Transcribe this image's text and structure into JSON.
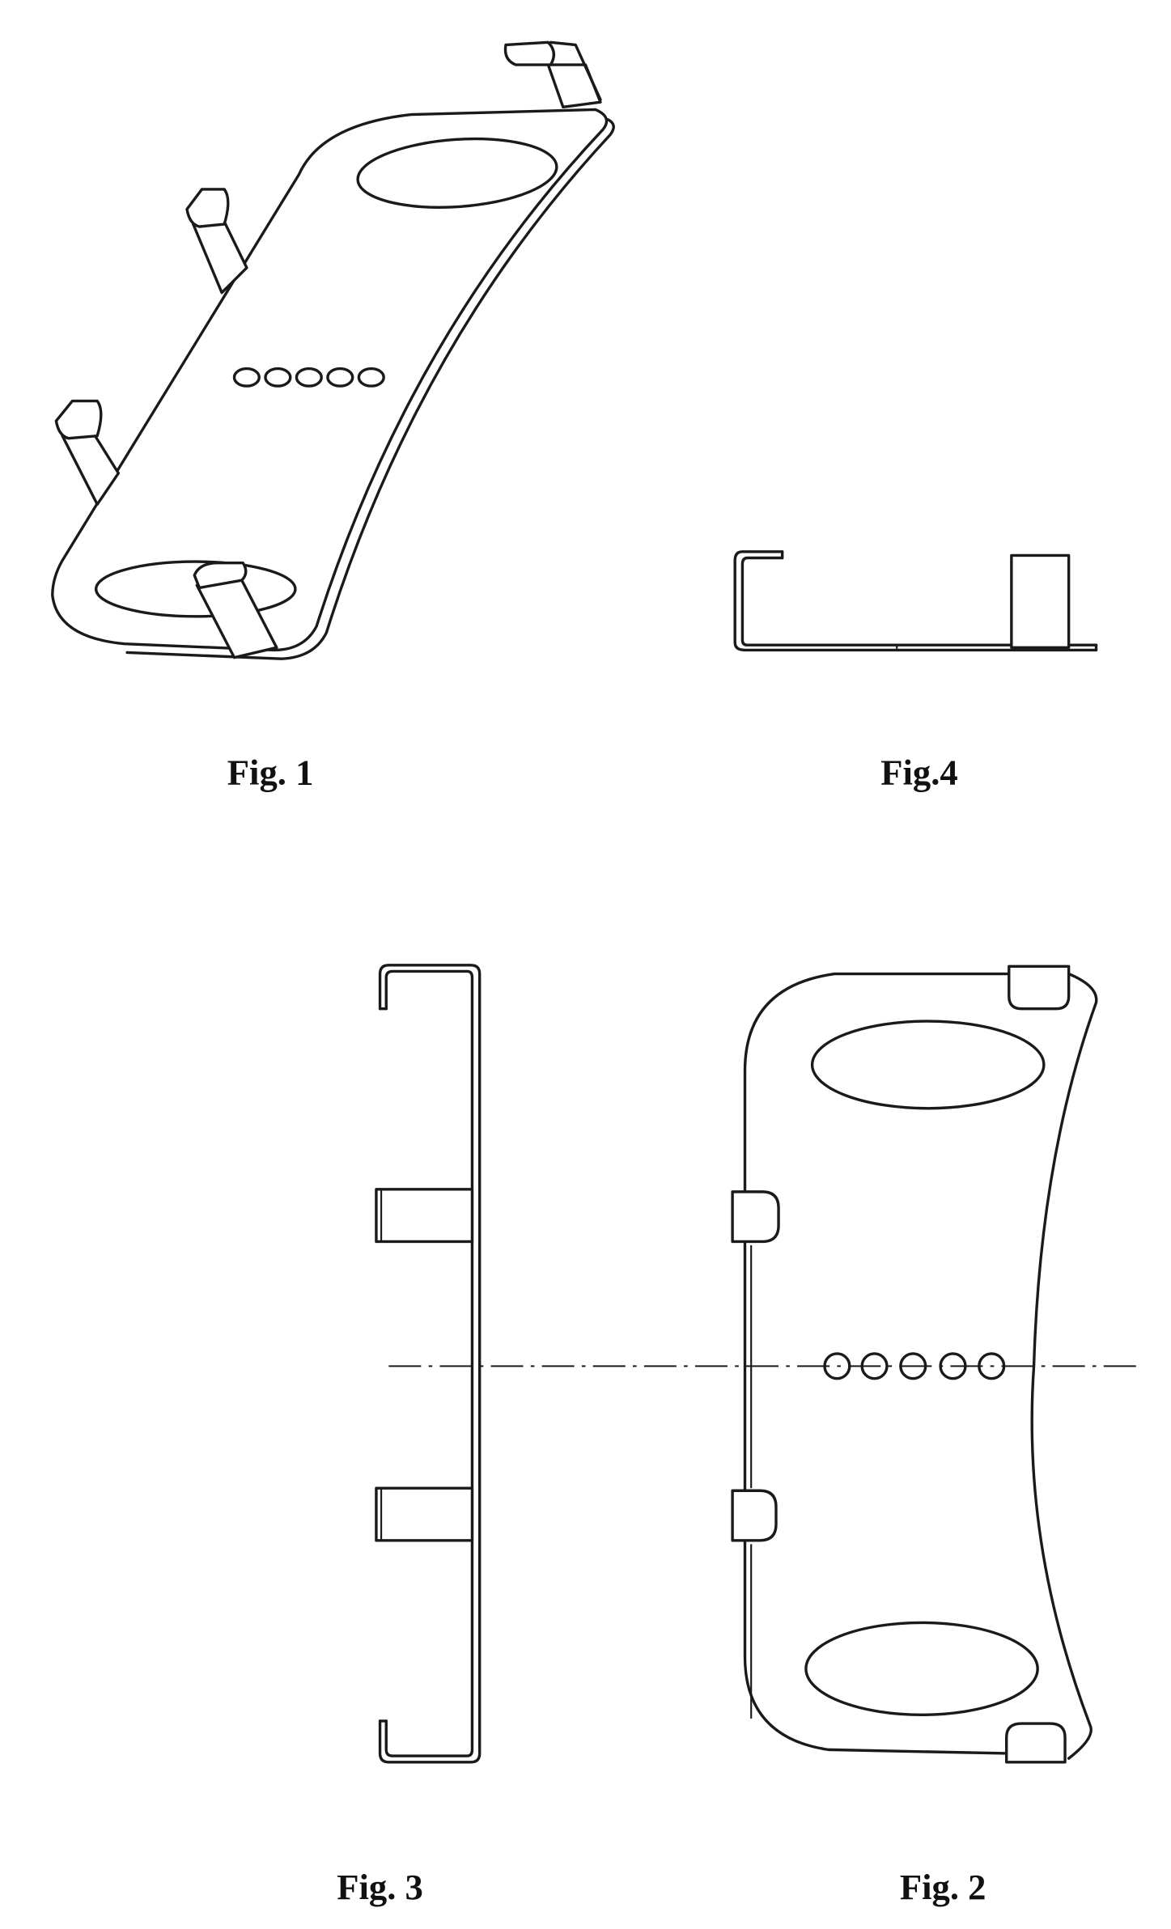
{
  "figures": {
    "fig1": {
      "label": "Fig. 1"
    },
    "fig4": {
      "label": "Fig.4"
    },
    "fig3": {
      "label": "Fig. 3"
    },
    "fig2": {
      "label": "Fig. 2"
    }
  },
  "colors": {
    "ink": "#1a1a1a",
    "background": "#ffffff"
  }
}
